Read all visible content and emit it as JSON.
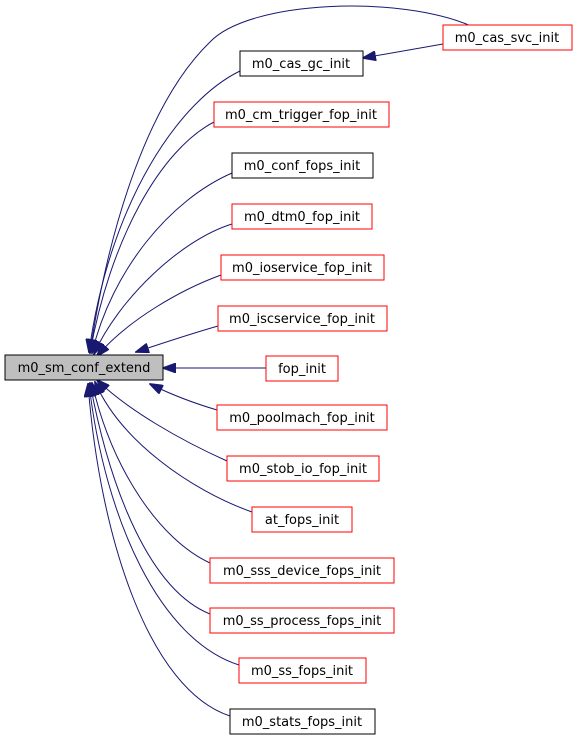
{
  "colors": {
    "edge": "#191970",
    "focus_fill": "#bfbfbf",
    "focus_border": "#000000",
    "documented_border": "#000000",
    "truncated_border": "#ff0000",
    "node_fill": "#ffffff"
  },
  "nodes": {
    "center": "m0_sm_conf_extend",
    "cas_svc_init": "m0_cas_svc_init",
    "cas_gc_init": "m0_cas_gc_init",
    "cm_trigger": "m0_cm_trigger_fop_init",
    "conf_fops": "m0_conf_fops_init",
    "dtm0": "m0_dtm0_fop_init",
    "ioservice": "m0_ioservice_fop_init",
    "iscservice": "m0_iscservice_fop_init",
    "fop_init": "fop_init",
    "poolmach": "m0_poolmach_fop_init",
    "stob_io": "m0_stob_io_fop_init",
    "at_fops": "at_fops_init",
    "sss_device": "m0_sss_device_fops_init",
    "ss_process": "m0_ss_process_fops_init",
    "ss_fops": "m0_ss_fops_init",
    "stats_fops": "m0_stats_fops_init"
  }
}
